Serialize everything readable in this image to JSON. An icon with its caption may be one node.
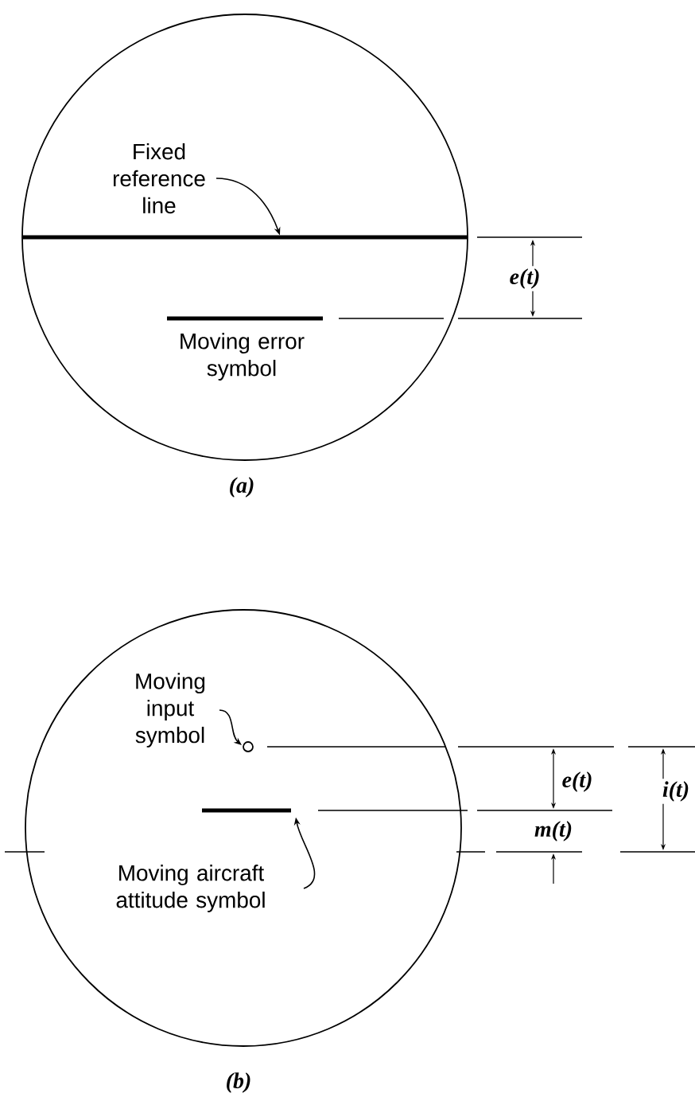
{
  "diagram": {
    "nodes": [
      {
        "text": [],
        "shape": "circle"
      },
      {
        "text": [
          "Fixed reference line"
        ],
        "in": 0
      },
      {
        "text": [],
        "shape": "bar",
        "in": 0
      },
      {
        "text": [],
        "shape": "bar",
        "beside": [
          "Moving error symbol"
        ],
        "in": 0
      },
      {
        "text": [],
        "shape": "circle"
      },
      {
        "text": [
          "Moving input symbol"
        ],
        "in": 4
      },
      {
        "text": [],
        "shape": "circle",
        "in": 4
      },
      {
        "text": [
          "Moving aircraft attitude symbol"
        ],
        "in": 4
      },
      {
        "text": [],
        "shape": "bar",
        "in": 4
      }
    ],
    "edges": [
      {
        "from": 1,
        "to": 2,
        "arrow": "to"
      },
      {
        "from": 5,
        "to": 6,
        "arrow": "to"
      },
      {
        "from": 7,
        "to": 8,
        "arrow": "to"
      }
    ],
    "labels": [
      "e(t)",
      "(a)",
      "e(t)",
      "i(t)",
      "m(t)",
      "(b)"
    ]
  }
}
